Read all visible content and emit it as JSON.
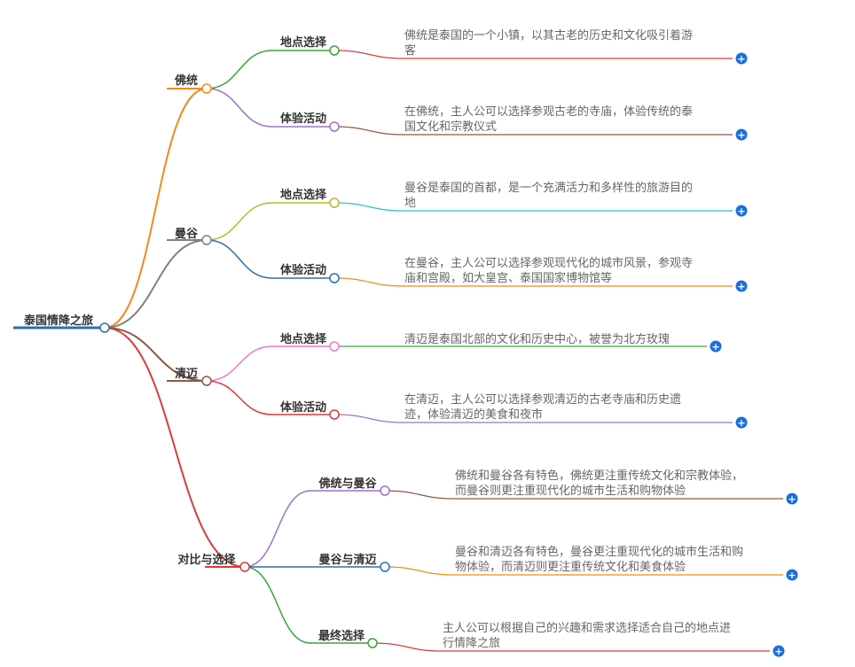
{
  "root": {
    "label": "泰国情降之旅",
    "color": "#2e6fad"
  },
  "branches": [
    {
      "label": "佛统",
      "color": "#f28a1b",
      "children": [
        {
          "label": "地点选择",
          "color": "#3aa338",
          "leafColor": "#d63c3c",
          "lines": [
            "佛统是泰国的一个小镇，以其古老的历史和文化吸引着游",
            "客"
          ]
        },
        {
          "label": "体验活动",
          "color": "#9a73c4",
          "leafColor": "#8b5a44",
          "lines": [
            "在佛统，主人公可以选择参观古老的寺庙，体验传统的泰",
            "国文化和宗教仪式"
          ]
        }
      ]
    },
    {
      "label": "曼谷",
      "color": "#808080",
      "children": [
        {
          "label": "地点选择",
          "color": "#b8b82a",
          "leafColor": "#2bbccf",
          "lines": [
            "曼谷是泰国的首都，是一个充满活力和多样性的旅游目的",
            "地"
          ]
        },
        {
          "label": "体验活动",
          "color": "#2e6fad",
          "leafColor": "#f28a1b",
          "lines": [
            "在曼谷，主人公可以选择参观现代化的城市风景，参观寺",
            "庙和宫殿，如大皇宫、泰国国家博物馆等"
          ]
        }
      ]
    },
    {
      "label": "清迈",
      "color": "#8b5a44",
      "children": [
        {
          "label": "地点选择",
          "color": "#e87cc0",
          "leafColor": "#3aa338",
          "lines": [
            "清迈是泰国北部的文化和历史中心，被誉为北方玫瑰"
          ]
        },
        {
          "label": "体验活动",
          "color": "#d63c3c",
          "leafColor": "#9a73c4",
          "lines": [
            "在清迈，主人公可以选择参观清迈的古老寺庙和历史遗",
            "迹，体验清迈的美食和夜市"
          ]
        }
      ]
    },
    {
      "label": "对比与选择",
      "color": "#d63c3c",
      "children": [
        {
          "label": "佛统与曼谷",
          "color": "#9a73c4",
          "leafColor": "#8b5a44",
          "lines": [
            "佛统和曼谷各有特色，佛统更注重传统文化和宗教体验，",
            "而曼谷则更注重现代化的城市生活和购物体验"
          ]
        },
        {
          "label": "曼谷与清迈",
          "color": "#2e6fad",
          "leafColor": "#f28a1b",
          "lines": [
            "曼谷和清迈各有特色，曼谷更注重现代化的城市生活和购",
            "物体验，而清迈则更注重传统文化和美食体验"
          ]
        },
        {
          "label": "最终选择",
          "color": "#3aa338",
          "leafColor": "#d63c3c",
          "lines": [
            "主人公可以根据自己的兴趣和需求选择适合自己的地点进",
            "行情降之旅"
          ]
        }
      ]
    }
  ],
  "expand_symbol": "+",
  "colors": {
    "expand_button": "#1a6fe0"
  }
}
